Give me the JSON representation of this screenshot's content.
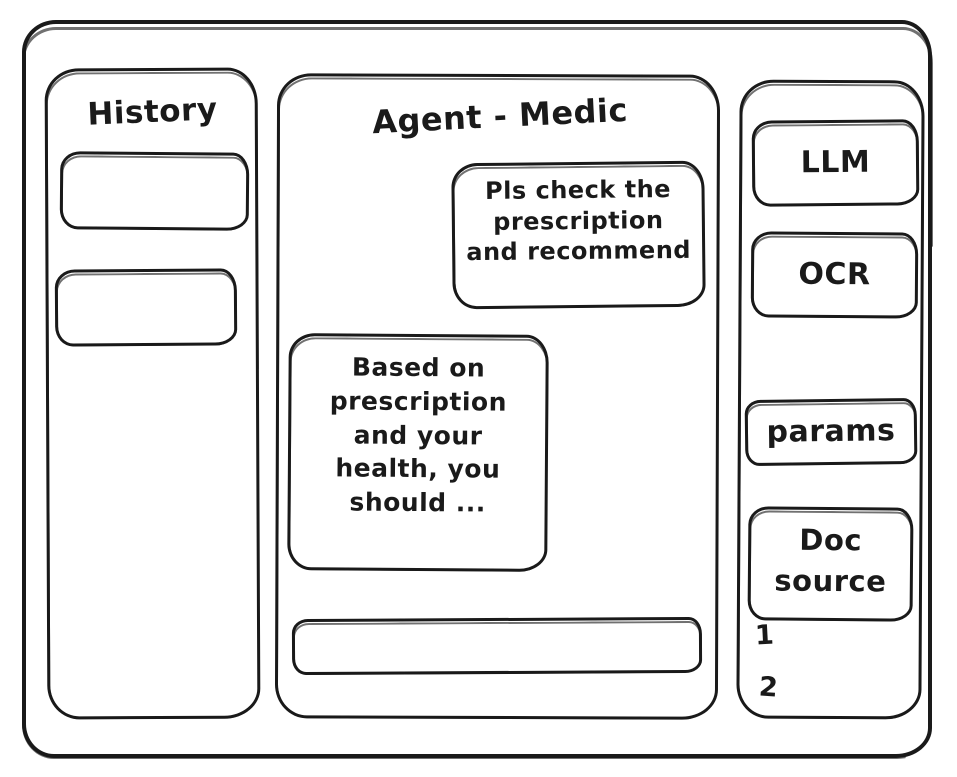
{
  "window": {
    "style": "hand-drawn wireframe",
    "stroke_color": "#1a1a1a",
    "background_color": "#ffffff"
  },
  "sidebar_left": {
    "title": "History",
    "items": [
      {
        "label": "",
        "name": "history-item-1"
      },
      {
        "label": "",
        "name": "history-item-2"
      }
    ]
  },
  "chat": {
    "title": "Agent - Medic",
    "messages": [
      {
        "role": "user",
        "text": "Pls check the\nprescription\nand recommend"
      },
      {
        "role": "agent",
        "text": "Based on\nprescription\nand your\nhealth, you\nshould ..."
      }
    ],
    "input": {
      "value": "",
      "placeholder": ""
    }
  },
  "sidebar_right": {
    "tools": [
      {
        "label": "LLM",
        "name": "tool-llm"
      },
      {
        "label": "OCR",
        "name": "tool-ocr"
      },
      {
        "label": "params",
        "name": "tool-params"
      }
    ],
    "doc_source": {
      "label": "Doc\nsource",
      "items": [
        "1",
        "2"
      ]
    }
  }
}
